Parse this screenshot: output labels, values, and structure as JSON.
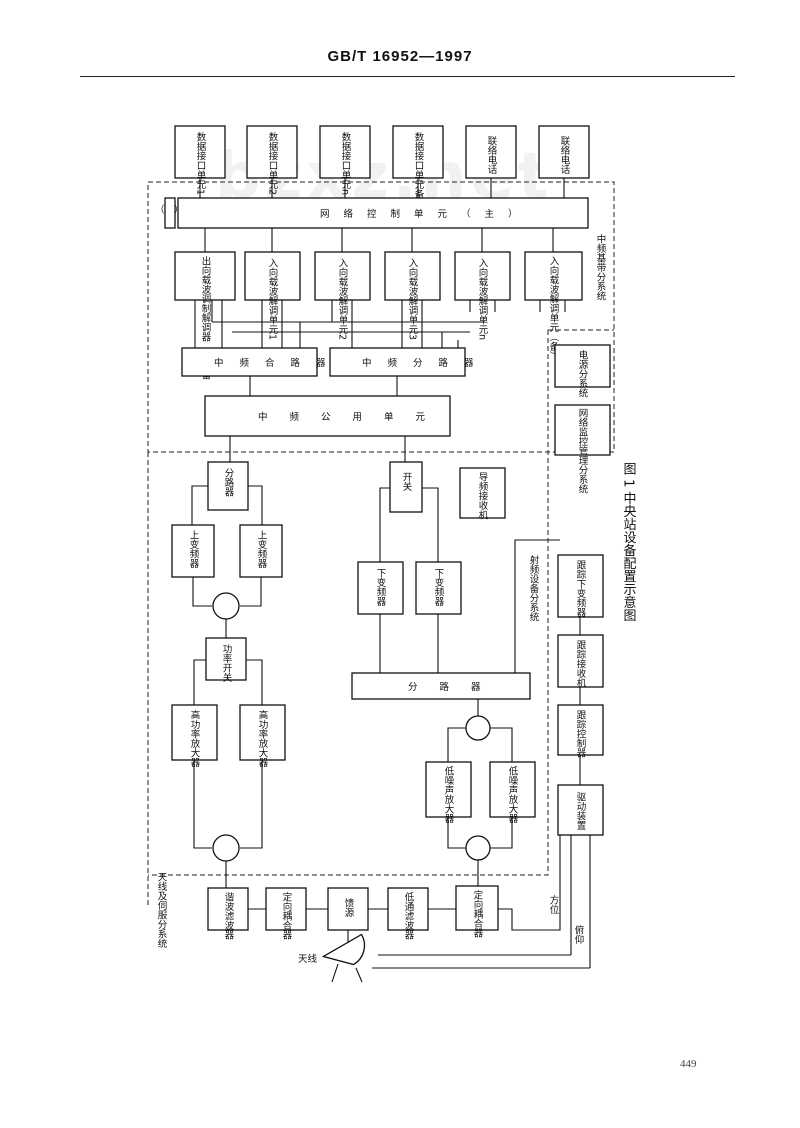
{
  "header": {
    "standard_code": "GB/T 16952—1997"
  },
  "watermark": "bzxz.net",
  "page_number": "449",
  "figure": {
    "caption": "图 1   中央站设备配置示意图",
    "groups": {
      "antenna": "天线及伺服分系统",
      "rf": "射频设备分系统",
      "if_band": "中频基带分系统"
    },
    "blocks": {
      "data_if_1": "数据接口单元1",
      "data_if_2": "数据接口单元2",
      "data_if_n": "数据接口单元n",
      "data_if_spare": "数据接口单元备",
      "liaison_phone_1": "联络电话",
      "liaison_phone_2": "联络电话",
      "spare_tag": "（备）",
      "network_control": "网络控制单元（主）",
      "out_modem": "出向载波调制解调器（主）备",
      "in_demod_1": "入向载波解调单元1",
      "in_demod_2": "入向载波解调单元2",
      "in_demod_3": "入向载波解调单元3",
      "in_demod_n": "入向载波解调单元n",
      "in_demod_spare": "入向载波解调单元（备）",
      "if_combiner": "中频合路器",
      "if_splitter": "中频分路器",
      "if_common": "中频公用单元",
      "power_sub": "电源分系统",
      "net_monitor": "网络监控管理分系统",
      "splitter_up": "分路器",
      "upconv_1": "上变频器",
      "upconv_2": "上变频器",
      "switch": "开关",
      "beacon_rx": "导频接收机",
      "downconv_1": "下变频器",
      "downconv_2": "下变频器",
      "track_downconv": "跟踪下变频器",
      "power_switch": "功率开关",
      "hpa_1": "高功率放大器",
      "hpa_2": "高功率放大器",
      "splitter_rf": "分路器",
      "track_rx": "跟踪接收机",
      "lna_1": "低噪声放大器",
      "lna_2": "低噪声放大器",
      "track_ctrl": "跟踪控制器",
      "drive": "驱动装置",
      "harmonic_filter": "谐波滤波器",
      "dir_coupler_1": "定向耦合器",
      "feed": "馈源",
      "lowpass_filter": "低通滤波器",
      "dir_coupler_2": "定向耦合器",
      "antenna": "天线",
      "azimuth": "方位",
      "elevation": "俯仰"
    }
  }
}
